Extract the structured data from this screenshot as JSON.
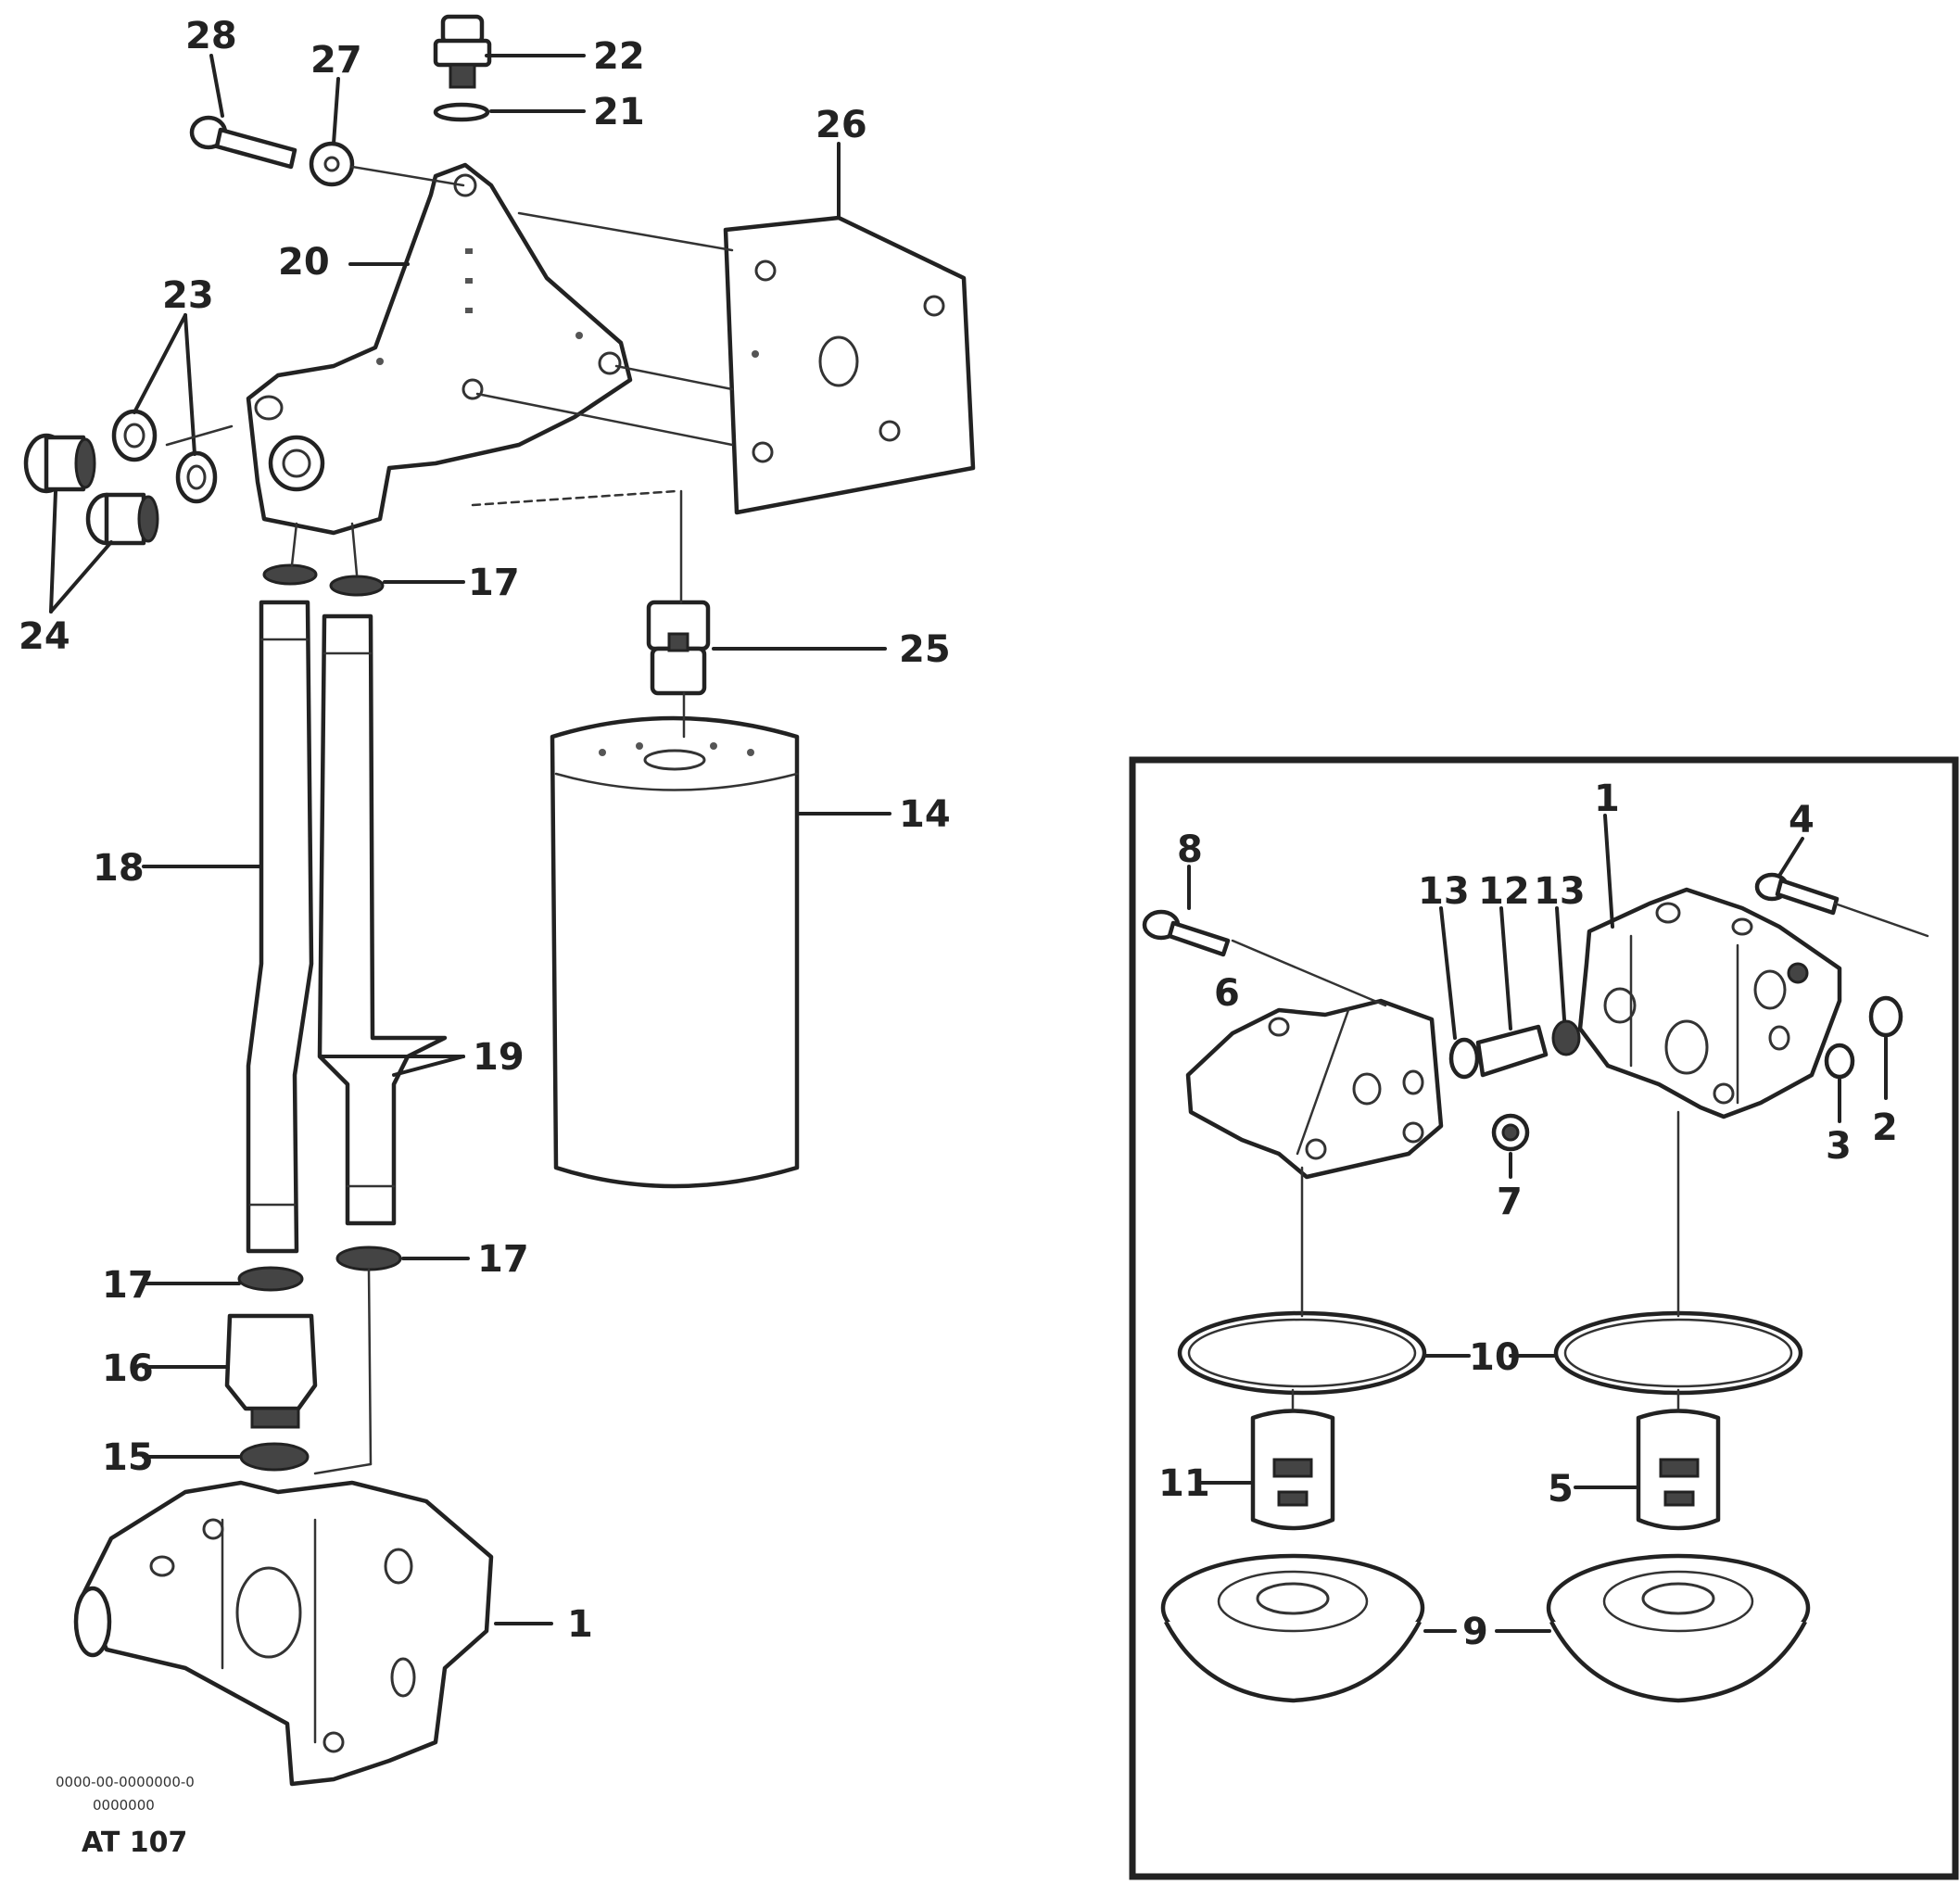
{
  "labels": {
    "l1": "1",
    "l14": "14",
    "l15": "15",
    "l16": "16",
    "l17a": "17",
    "l17b": "17",
    "l17c": "17",
    "l18": "18",
    "l19": "19",
    "l20": "20",
    "l21": "21",
    "l22": "22",
    "l23": "23",
    "l24": "24",
    "l25": "25",
    "l26": "26",
    "l27": "27",
    "l28": "28",
    "i1": "1",
    "i2": "2",
    "i3": "3",
    "i4": "4",
    "i5": "5",
    "i6": "6",
    "i7": "7",
    "i8": "8",
    "i9": "9",
    "i10": "10",
    "i11": "11",
    "i12": "12",
    "i13a": "13",
    "i13b": "13"
  },
  "footer": {
    "caption_line1": "0000-00-0000000-0",
    "caption_line2": "0000000",
    "reference": "AT 107"
  }
}
